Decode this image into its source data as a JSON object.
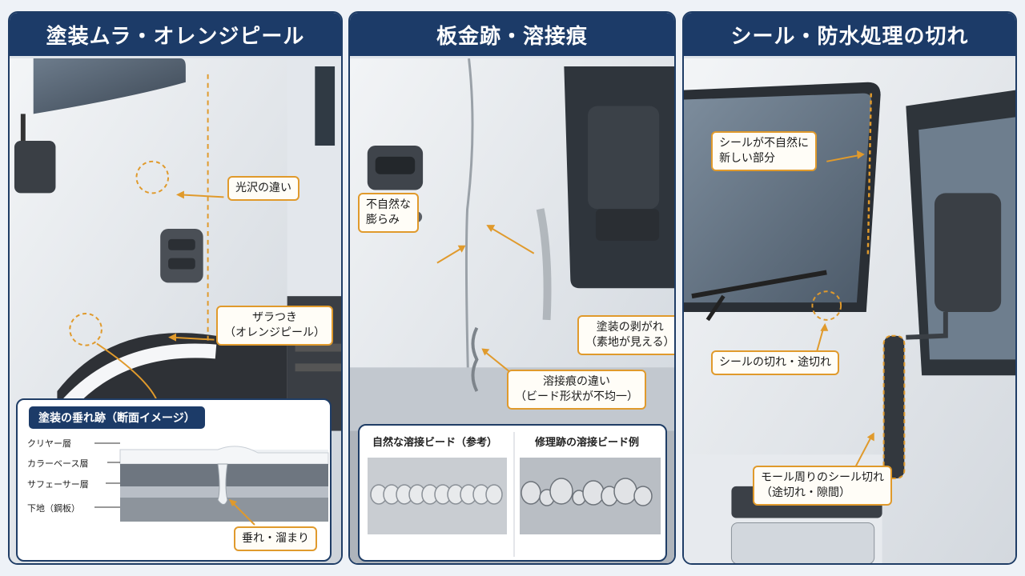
{
  "colors": {
    "navy": "#1c3b68",
    "accent": "#e09a2c",
    "callout_bg": "#fffdf7"
  },
  "panels": [
    {
      "title": "塗装ムラ・オレンジピール",
      "callouts": {
        "gloss": "光沢の違い",
        "rough_1": "ザラつき",
        "rough_2": "（オレンジピール）"
      },
      "inset": {
        "title": "塗装の垂れ跡（断面イメージ）",
        "layers": [
          "クリヤー層",
          "カラーベース層",
          "サフェーサー層",
          "下地（鋼板）"
        ],
        "sag_label": "垂れ・溜まり"
      }
    },
    {
      "title": "板金跡・溶接痕",
      "callouts": {
        "bulge_1": "不自然な",
        "bulge_2": "膨らみ",
        "peel_1": "塗装の剥がれ",
        "peel_2": "（素地が見える）",
        "weld_1": "溶接痕の違い",
        "weld_2": "（ビード形状が不均一）"
      },
      "inset": {
        "natural_title": "自然な溶接ビード（参考）",
        "repair_title": "修理跡の溶接ビード例"
      }
    },
    {
      "title": "シール・防水処理の切れ",
      "callouts": {
        "new_seal_1": "シールが不自然に",
        "new_seal_2": "新しい部分",
        "seal_cut": "シールの切れ・途切れ",
        "mold_1": "モール周りのシール切れ",
        "mold_2": "（途切れ・隙間）"
      }
    }
  ]
}
